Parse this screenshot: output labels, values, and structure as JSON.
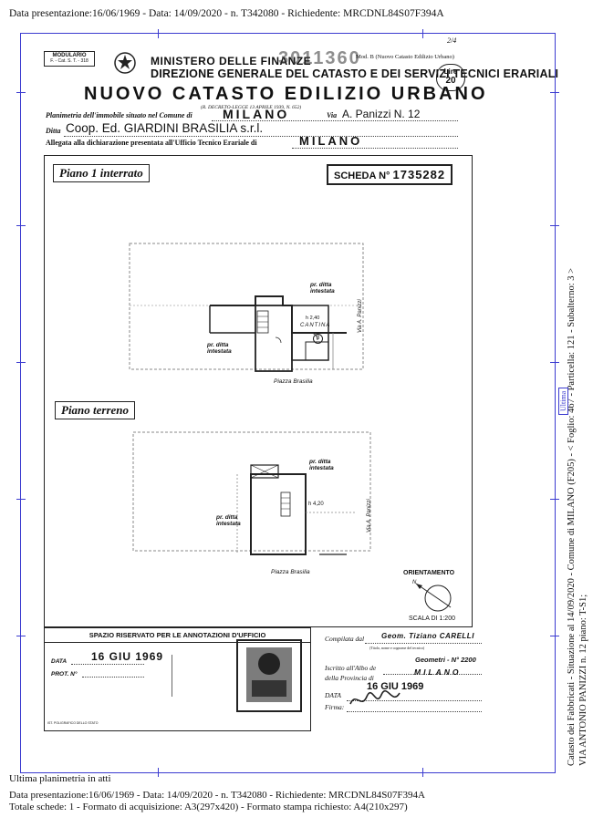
{
  "header": {
    "line": "Data presentazione:16/06/1969 - Data: 14/09/2020 - n. T342080 - Richiedente: MRCDNL84S07F394A"
  },
  "form": {
    "modulario_line1": "MODULARIO",
    "modulario_line2": "F. - Cat. S. T. - 318",
    "page_marker": "2/4",
    "model_note": "Mod. B (Nuovo Catasto Edilizio Urbano)",
    "ministry": "MINISTERO DELLE FINANZE",
    "direction": "DIREZIONE GENERALE DEL CATASTO E DEI SERVIZI TECNICI ERARIALI",
    "stamp_number": "3011360",
    "lire_label": "Lire",
    "lire_value": "20",
    "title": "NUOVO CATASTO EDILIZIO URBANO",
    "decree": "(R. DECRETO-LEGGE 13 APRILE 1939, N. 652)",
    "planimetry_label": "Planimetria dell'immobile situato nel Comune di",
    "comune": "MILANO",
    "via_label": "Via",
    "via_value": "A. Panizzi N. 12",
    "ditta_label": "Ditta",
    "ditta_value": "Coop. Ed. GIARDINI BRASILIA s.r.l.",
    "allegata_label": "Allegata alla dichiarazione presentata all'Ufficio Tecnico Erariale di",
    "allegata_value": "MILANO"
  },
  "plan": {
    "floor1_label": "Piano 1 interrato",
    "scheda_label": "SCHEDA N°",
    "scheda_number": "1735282",
    "floor2_label": "Piano terreno",
    "room_label": "CANTINA",
    "room_number": "3",
    "height1": "h 2,40",
    "height2": "h 4,20",
    "other_owner_1": "pr. ditta intestata",
    "other_owner_2": "pr. ditta intestata",
    "other_owner_3": "pr. ditta intestata",
    "other_owner_4": "pr. ditta intestata",
    "street_bottom_1": "Piazza Brasilia",
    "street_bottom_2": "Piazza Brasilia",
    "street_side_1": "Via A. Panizzi",
    "street_side_2": "Via A. Panizzi",
    "orientation_label": "ORIENTAMENTO",
    "north_label": "N",
    "scale_label": "SCALA DI 1:200"
  },
  "annotations": {
    "box_title": "SPAZIO RISERVATO PER LE ANNOTAZIONI D'UFFICIO",
    "data_label": "DATA",
    "data_value": "16 GIU 1969",
    "prot_label": "PROT. N°",
    "printer_note": "IST. POLIGRAFICO DELLO STATO"
  },
  "compiler": {
    "compilata_label": "Compilata dal",
    "compilata_value": "Geom. Tiziano CARELLI",
    "titles_note": "(Titolo, nome e cognome del tecnico)",
    "iscritto_label": "Iscritto all'Albo de",
    "iscritto_value": "Geometri - N° 2200",
    "provincia_label": "della Provincia di",
    "provincia_value": "MILANO",
    "data_label": "DATA",
    "data_value": "16 GIU 1969",
    "firma_label": "Firma:"
  },
  "footer": {
    "last_plan": "Ultima planimetria in atti",
    "line1": "Data presentazione:16/06/1969 - Data: 14/09/2020 - n. T342080 - Richiedente: MRCDNL84S07F394A",
    "line2": "Totale schede: 1 - Formato di acquisizione: A3(297x420)  - Formato stampa richiesto: A4(210x297)"
  },
  "side": {
    "line1": "Catasto dei Fabbricati - Situazione al 14/09/2020 - Comune di MILANO (F205) - < Foglio: 467 - Particella: 121 - Subalterno: 3 >",
    "line2": "VIA ANTONIO PANIZZI n. 12 piano: T-S1;",
    "box_text": "Ultima"
  },
  "colors": {
    "frame_blue": "#3b3bd0",
    "ink": "#222222"
  }
}
